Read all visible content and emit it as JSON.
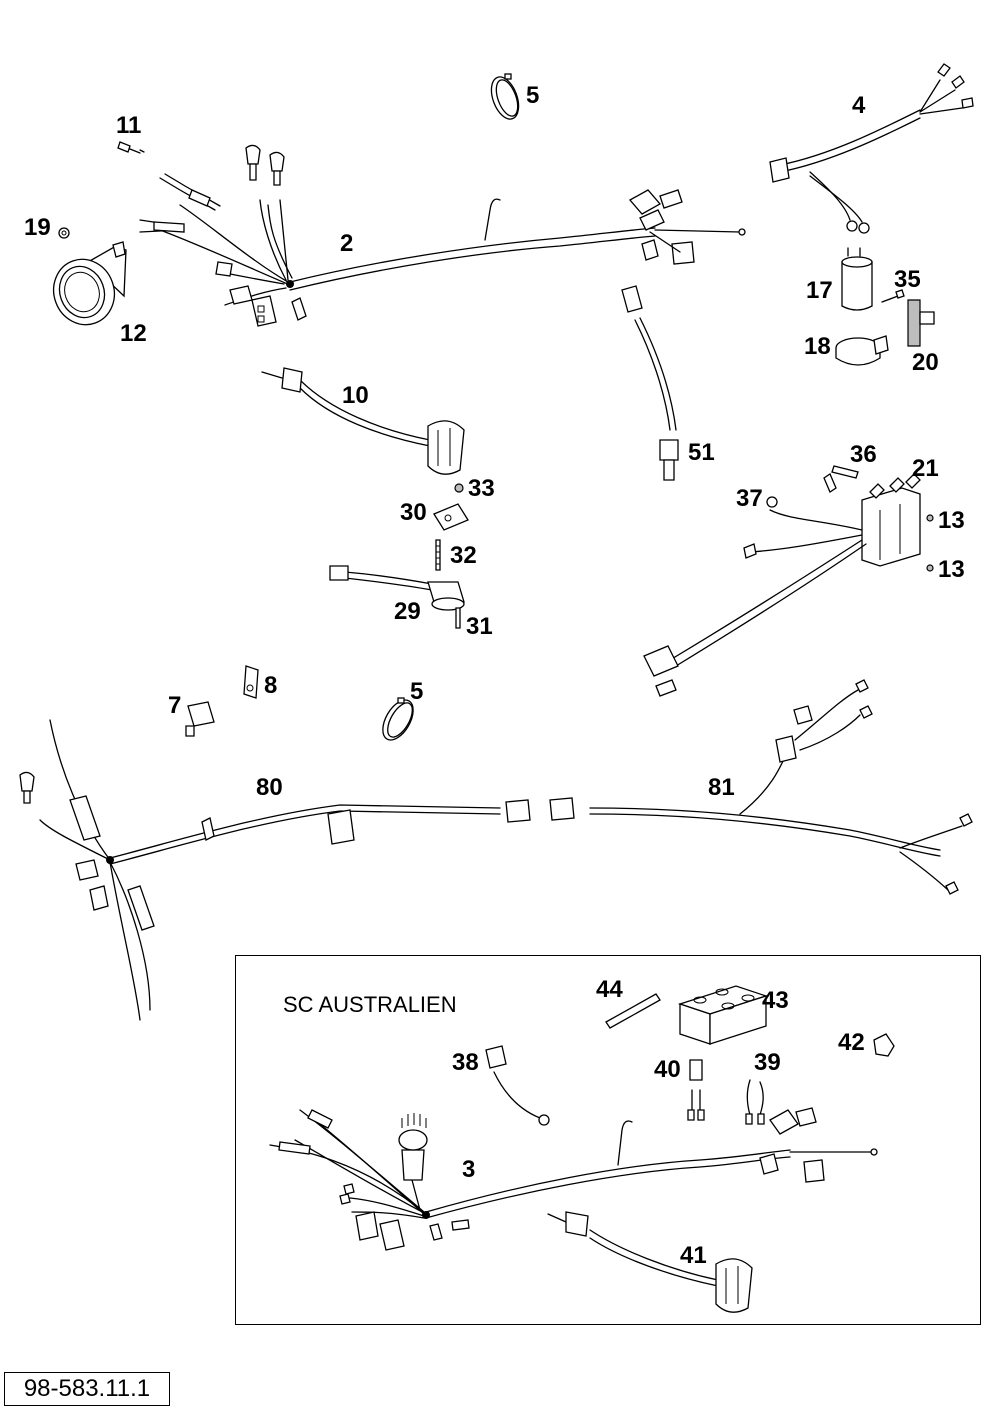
{
  "document_code": "98-583.11.1",
  "inset": {
    "title": "SC AUSTRALIEN"
  },
  "callouts": {
    "c5a": "5",
    "c11": "11",
    "c4": "4",
    "c19": "19",
    "c2": "2",
    "c12": "12",
    "c17": "17",
    "c35": "35",
    "c18": "18",
    "c20": "20",
    "c10": "10",
    "c51": "51",
    "c36": "36",
    "c21": "21",
    "c33": "33",
    "c37": "37",
    "c30": "30",
    "c13a": "13",
    "c32": "32",
    "c13b": "13",
    "c29": "29",
    "c31": "31",
    "c8": "8",
    "c5b": "5",
    "c7": "7",
    "c80": "80",
    "c81": "81",
    "c44": "44",
    "c43": "43",
    "c42": "42",
    "c38": "38",
    "c40": "40",
    "c39": "39",
    "c3": "3",
    "c41": "41"
  }
}
